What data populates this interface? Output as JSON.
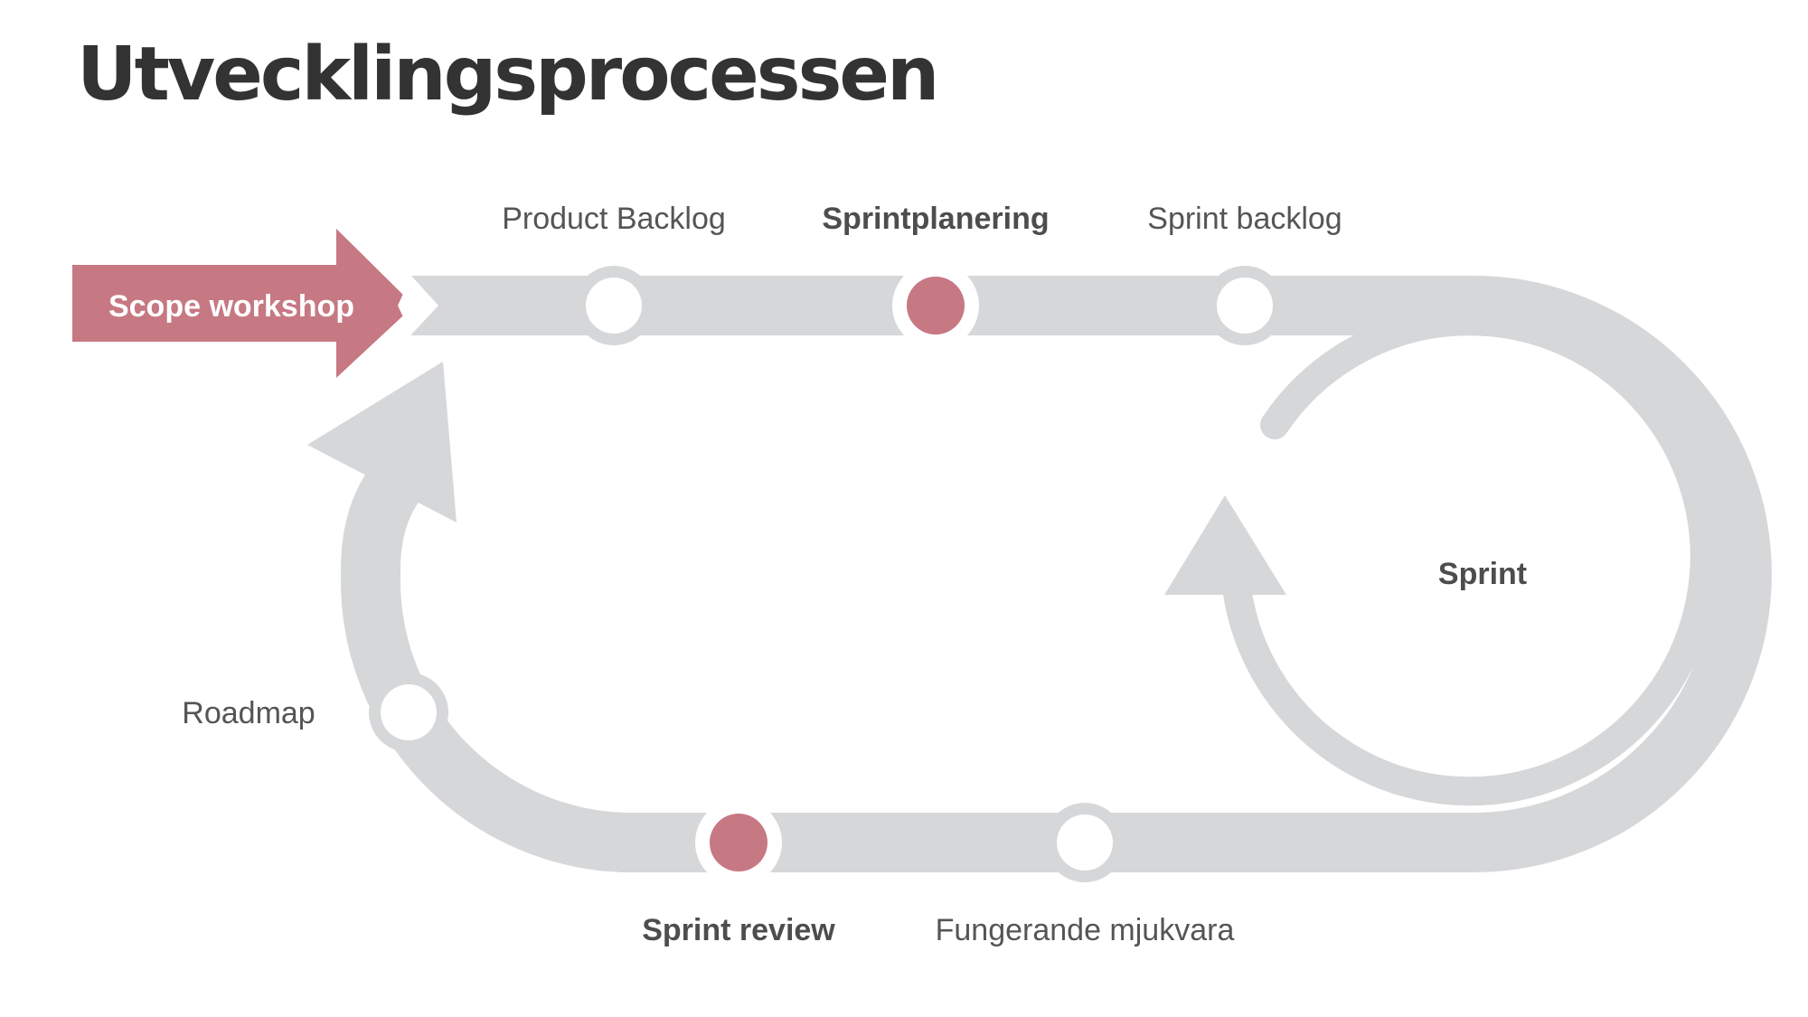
{
  "title": "Utvecklingsprocessen",
  "colors": {
    "track": "#d6d7d9",
    "accent": "#c67883",
    "node_open": "#ffffff",
    "text": "#555555",
    "title_text": "#333333"
  },
  "entry": {
    "label": "Scope workshop"
  },
  "loop": {
    "label": "Sprint"
  },
  "nodes": [
    {
      "id": "product-backlog",
      "label": "Product Backlog",
      "highlighted": false,
      "bold": false
    },
    {
      "id": "sprintplanering",
      "label": "Sprintplanering",
      "highlighted": true,
      "bold": true
    },
    {
      "id": "sprint-backlog",
      "label": "Sprint backlog",
      "highlighted": false,
      "bold": false
    },
    {
      "id": "roadmap",
      "label": "Roadmap",
      "highlighted": false,
      "bold": false
    },
    {
      "id": "sprint-review",
      "label": "Sprint review",
      "highlighted": true,
      "bold": true
    },
    {
      "id": "fungerande-mjukvara",
      "label": "Fungerande mjukvara",
      "highlighted": false,
      "bold": false
    }
  ]
}
